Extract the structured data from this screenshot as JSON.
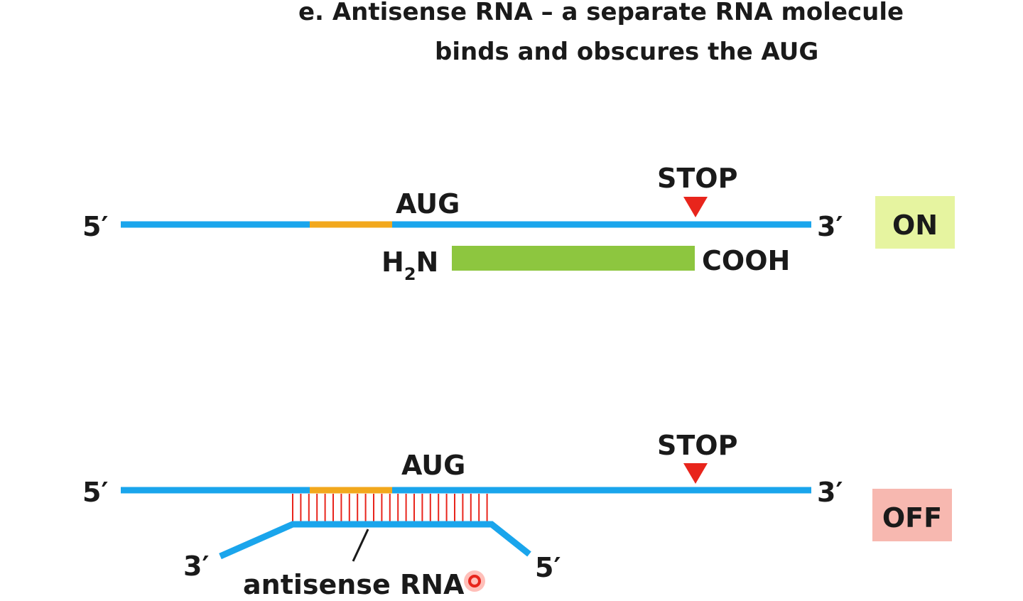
{
  "title": {
    "line1": "e.  Antisense RNA – a separate RNA molecule",
    "line2": "binds and obscures the AUG"
  },
  "on_panel": {
    "five_prime": "5′",
    "three_prime": "3′",
    "start_codon": "AUG",
    "stop_codon": "STOP",
    "n_terminus_main": "H",
    "n_terminus_sub": "2",
    "n_terminus_end": "N",
    "c_terminus": "COOH",
    "state": "ON"
  },
  "off_panel": {
    "five_prime": "5′",
    "three_prime": "3′",
    "start_codon": "AUG",
    "stop_codon": "STOP",
    "antisense_three_prime": "3′",
    "antisense_five_prime": "5′",
    "antisense_label": "antisense RNA",
    "state": "OFF"
  },
  "colors": {
    "mrna": "#1aa5ec",
    "utr_region": "#f2a81d",
    "protein": "#8dc63f",
    "stop_marker": "#e8251c",
    "base_pairs": "#e8251c",
    "on_badge": "#e6f4a0",
    "off_badge": "#f7b8b0"
  }
}
